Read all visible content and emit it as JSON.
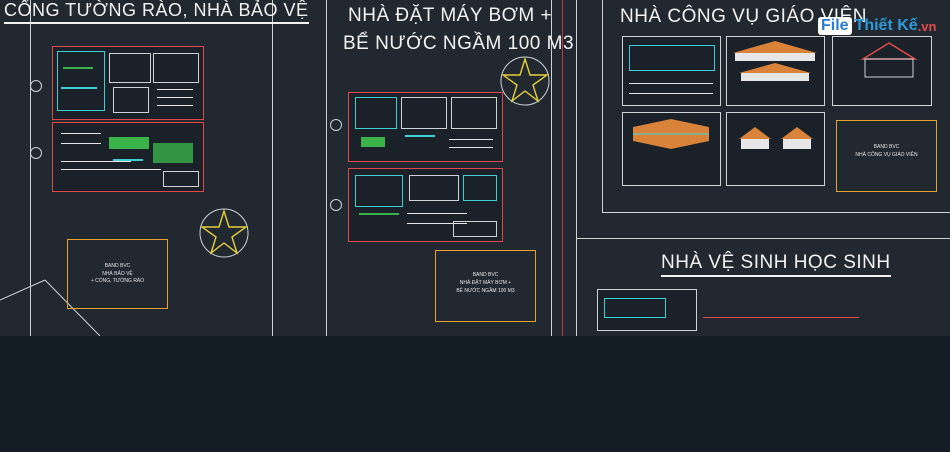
{
  "titles": {
    "left": "CỔNG TƯỜNG RÀO, NHÀ BẢO VỆ",
    "middle_1": "NHÀ ĐẶT MÁY BƠM +",
    "middle_2": "BỂ NƯỚC NGẦM 100 M3",
    "right_top": "NHÀ CÔNG VỤ GIÁO VIÊN",
    "right_bottom": "NHÀ VỆ SINH HỌC SINH"
  },
  "stamps": {
    "left": {
      "line1": "BAND BVC",
      "line2": "NHÀ BẢO VỆ",
      "line3": "+ CỔNG, TƯỜNG RÀO"
    },
    "middle": {
      "line1": "BAND BVC",
      "line2": "NHÀ ĐẶT MÁY BƠM +",
      "line3": "BỂ NƯỚC NGẦM 100 M3"
    },
    "right": {
      "line1": "BAND BVC",
      "line2": "NHÀ CÔNG VỤ GIÁO VIÊN"
    }
  },
  "logo": {
    "file": "File",
    "rest": "Thiết Kế",
    "tld": ".vn"
  },
  "colors": {
    "background": "#212830",
    "bottom": "#141d25",
    "sheet_border": "#e04a4a",
    "stamp_border": "#e6a332",
    "star": "#e6cf3a"
  }
}
